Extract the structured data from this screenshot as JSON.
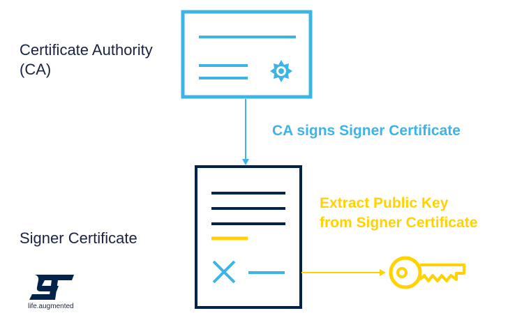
{
  "ca": {
    "label_line1": "Certificate Authority",
    "label_line2": "(CA)"
  },
  "signer": {
    "label": "Signer Certificate"
  },
  "steps": {
    "sign": "CA signs Signer Certificate",
    "extract_line1": "Extract Public Key",
    "extract_line2": "from Signer Certificate"
  },
  "logo": {
    "tagline": "life.augmented"
  },
  "colors": {
    "blue": "#3cb4e6",
    "navy": "#03234b",
    "yellow": "#ffd200"
  },
  "icons": [
    "seal-icon",
    "cross-icon",
    "key-icon",
    "st-logo"
  ]
}
